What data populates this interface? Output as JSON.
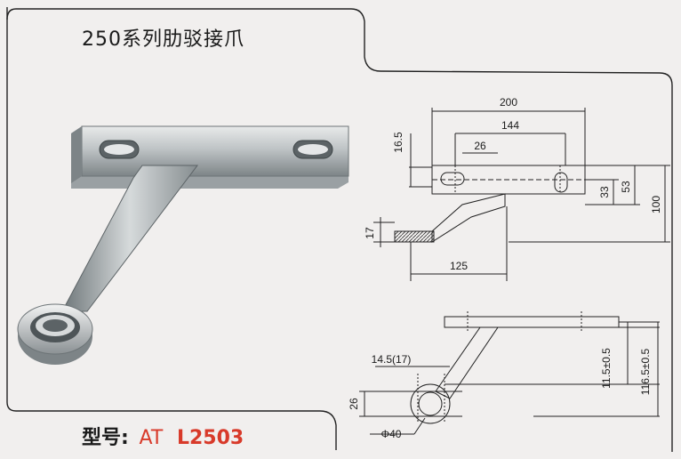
{
  "title": "250系列肋驳接爪",
  "model": {
    "label": "型号:",
    "prefix": "AT",
    "number": "L2503",
    "accent_color": "#d83a2a"
  },
  "dimensions": {
    "d200": "200",
    "d144": "144",
    "d26": "26",
    "d16_5": "16.5",
    "d33": "33",
    "d53": "53",
    "d100": "100",
    "d17": "17",
    "d125": "125",
    "d14_5": "14.5(17)",
    "d26b": "26",
    "d11_5": "11.5±0.5",
    "d116_5": "116.5±0.5",
    "phi40": "Φ40"
  }
}
